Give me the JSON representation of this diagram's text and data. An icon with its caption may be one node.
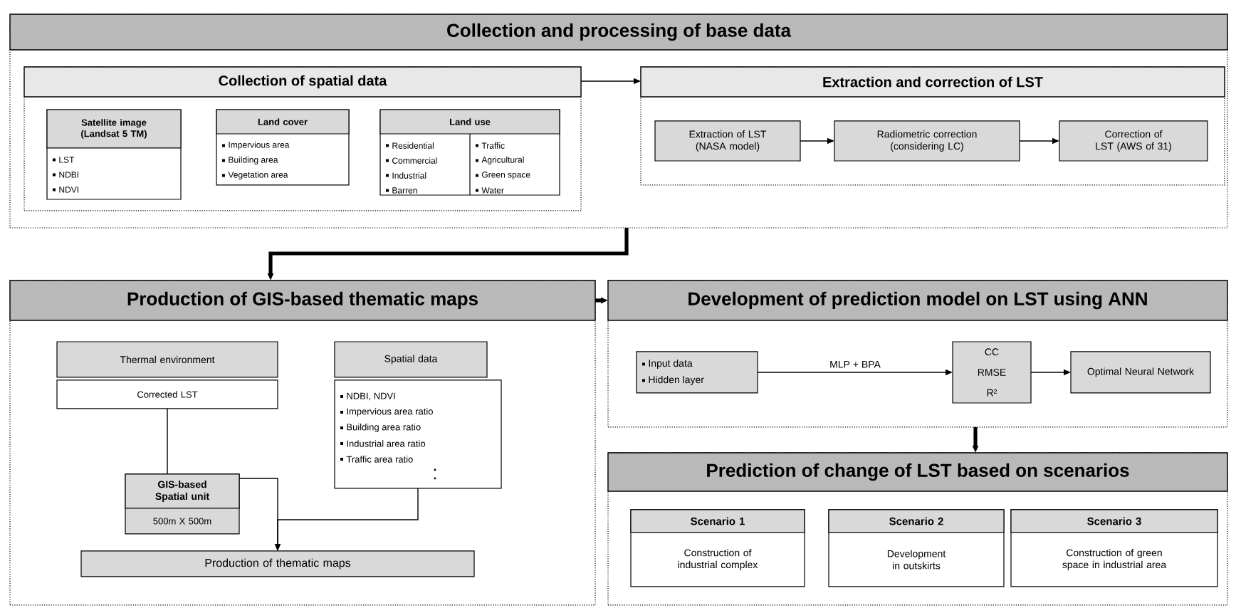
{
  "diagram": {
    "nodes": [
      {
        "text": [
          "Collection and processing of base data"
        ]
      },
      {
        "text": [
          "Collection of spatial data"
        ],
        "in": 0
      },
      {
        "text": [
          "Satellite image (Landsat 5 TM)",
          "LST",
          "NDBI",
          "NDVI"
        ],
        "in": 1
      },
      {
        "text": [
          "Land cover",
          "Impervious area",
          "Building area",
          "Vegetation area"
        ],
        "in": 1
      },
      {
        "text": [
          "Land use",
          "Residential",
          "Commercial",
          "Industrial",
          "Barren",
          "Traffic",
          "Agricultural",
          "Green space",
          "Water"
        ],
        "in": 1
      },
      {
        "text": [
          "Extraction and correction of LST"
        ],
        "in": 0
      },
      {
        "text": [
          "Extraction of LST (NASA model)"
        ],
        "in": 5
      },
      {
        "text": [
          "Radiometric correction (considering LC)"
        ],
        "in": 5
      },
      {
        "text": [
          "Correction of LST (AWS of 31)"
        ],
        "in": 5
      },
      {
        "text": [
          "Production of GIS-based thematic maps"
        ]
      },
      {
        "text": [
          "Thermal environment"
        ],
        "in": 9
      },
      {
        "text": [
          "Corrected LST"
        ],
        "in": 9
      },
      {
        "text": [
          "Spatial data"
        ],
        "in": 9
      },
      {
        "text": [
          "NDBI, NDVI",
          "Impervious area ratio",
          "Building area ratio",
          "Industrial area ratio",
          "Traffic area ratio"
        ],
        "in": 9
      },
      {
        "text": [
          "GIS-based Spatial unit",
          "500m X 500m"
        ],
        "in": 9
      },
      {
        "text": [
          "Production of thematic maps"
        ],
        "in": 9
      },
      {
        "text": [
          "Development of prediction model on LST using ANN"
        ]
      },
      {
        "text": [
          "Input data",
          "Hidden layer"
        ],
        "in": 16
      },
      {
        "text": [
          "CC",
          "RMSE",
          "R²"
        ],
        "in": 16
      },
      {
        "text": [
          "Optimal Neural Network"
        ],
        "in": 16
      },
      {
        "text": [
          "Prediction of change of LST based on scenarios"
        ]
      },
      {
        "text": [
          "Scenario 1",
          "Construction of industrial complex"
        ],
        "in": 20
      },
      {
        "text": [
          "Scenario 2",
          "Development in outskirts"
        ],
        "in": 20
      },
      {
        "text": [
          "Scenario 3",
          "Construction of green space in industrial area"
        ],
        "in": 20
      }
    ],
    "edges": [
      {
        "from": 1,
        "to": 5,
        "arrow": "to"
      },
      {
        "from": 0,
        "to": 9,
        "arrow": "to",
        "style": "thick"
      },
      {
        "from": 6,
        "to": 7,
        "arrow": "to"
      },
      {
        "from": 7,
        "to": 8,
        "arrow": "to"
      },
      {
        "from": 11,
        "to": 14,
        "arrow": "none"
      },
      {
        "from": 14,
        "to": 15,
        "arrow": "to"
      },
      {
        "from": 13,
        "to": 15,
        "arrow": "to"
      },
      {
        "from": 9,
        "to": 16,
        "arrow": "to",
        "style": "thick"
      },
      {
        "from": 17,
        "to": 18,
        "arrow": "to",
        "label": "MLP + BPA"
      },
      {
        "from": 18,
        "to": 19,
        "arrow": "to"
      },
      {
        "from": 16,
        "to": 20,
        "arrow": "to",
        "style": "thick"
      }
    ]
  }
}
